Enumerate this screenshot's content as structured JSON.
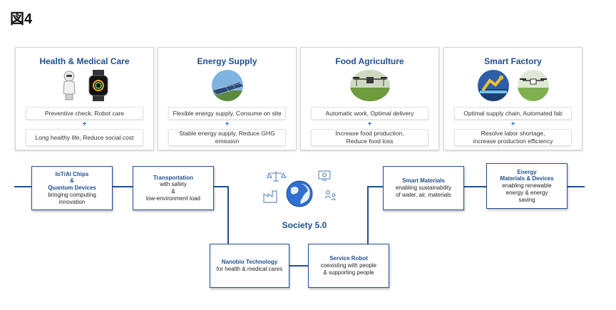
{
  "figure_label": "図4",
  "cards": [
    {
      "title": "Health & Medical Care",
      "line1": "Preventive check, Robot care",
      "plus": "+",
      "line2": "Long healthy life, Reduce social cost",
      "icons": [
        "robot-icon",
        "smartwatch-icon"
      ]
    },
    {
      "title": "Energy Supply",
      "line1": "Flexible energy supply, Consume on site",
      "plus": "+",
      "line2": "Stable energy supply, Reduce GHG emission",
      "icons": [
        "solar-panel-icon"
      ]
    },
    {
      "title": "Food Agriculture",
      "line1": "Automatic work, Optimal delivery",
      "plus": "+",
      "line2a": "Increase food production,",
      "line2b": "Reduce food loss",
      "icons": [
        "agri-drone-icon"
      ]
    },
    {
      "title": "Smart Factory",
      "line1": "Optimal supply chain, Automated fab",
      "plus": "+",
      "line2a": "Resolve labor shortage,",
      "line2b": "increase production efficiency",
      "icons": [
        "factory-robot-icon",
        "drone-icon"
      ]
    }
  ],
  "boxes": {
    "iot": {
      "title_a": "IoT/AI Chips",
      "title_b": "&",
      "title_c": "Quantum Devices",
      "desc_a": "bringing computing",
      "desc_b": "innovation"
    },
    "transport": {
      "title": "Transportation",
      "desc_a": "with safety",
      "desc_b": "&",
      "desc_c": "low-environment load"
    },
    "smart_materials": {
      "title": "Smart Materials",
      "desc_a": "enabling sustainability",
      "desc_b": "of water, air, materials"
    },
    "energy_materials": {
      "title_a": "Energy",
      "title_b": "Materials & Devices",
      "desc_a": "enabling renewable",
      "desc_b": "energy & energy",
      "desc_c": "saving"
    },
    "nanobio": {
      "title": "Nanobio Technology",
      "desc": "for health & medical cares"
    },
    "service_robot": {
      "title": "Service Robot",
      "desc_a": "coexisting with people",
      "desc_b": "& supporting people"
    }
  },
  "center": {
    "title": "Society 5.0",
    "icons": [
      "scales-icon",
      "monitor-icon",
      "factory-icon",
      "globe-icon",
      "people-icon"
    ]
  },
  "colors": {
    "accent": "#1f4f8f",
    "plus": "#2a6ed1",
    "line": "#1f4f8f"
  }
}
